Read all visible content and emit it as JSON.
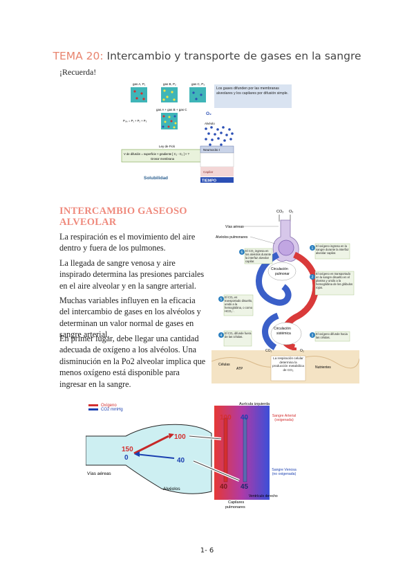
{
  "page": {
    "title_prefix": "TEMA 20:",
    "title_main": " Intercambio y transporte de gases en la sangre",
    "recuerda": "¡Recuerda!",
    "section_heading_line1": "INTERCAMBIO GASEOSO",
    "section_heading_line2": "ALVEOLAR",
    "paragraphs": [
      "La respiración es el movimiento del aire dentro y fuera de los pulmones.",
      " La llegada de sangre venosa y aire inspirado determina las presiones parciales en el aire alveolar y en la sangre arterial.",
      "Muchas variables influyen en la eficacia del intercambio de gases en los alvéolos y determinan un valor normal de gases en sangre arterial.",
      " En primer lugar, debe llegar una cantidad adecuada de oxígeno a los alvéolos. Una disminución en la Po2 alveolar implica que menos oxígeno está disponible para ingresar en la sangre."
    ],
    "page_number": "1- 6"
  },
  "fig1": {
    "gas_a": "gas A, P₁",
    "gas_b": "gas B, P₂",
    "gas_c": "gas C, P₃",
    "gas_sum": "gas A + gas B + gas C",
    "ptotal": "Pₜₒₜ = P₁ + P₂ + P₃",
    "info": "Los gases difunden por las membranas alveolares y los capilares por difusión simple.",
    "o2": "O₂",
    "alveolo": "Alvéolo",
    "neumocito": "Neumocito I",
    "capilar": "Capilar",
    "fick_title": "Ley de Fick",
    "fick_eq": "V de difusión = superficie × gradiente [ C₁ - C₂ ] × ?",
    "fick_den": "Grosor membrana",
    "solubilidad": "Solubilidad",
    "tiempo": "TIEMPO"
  },
  "fig2": {
    "co2": "CO₂",
    "o2": "O₂",
    "vias_aereas": "Vías aéreas",
    "alveolos_pulm": "Alvéolos pulmonares",
    "circ_pulmonar": "Circulación pulmonar",
    "circ_sistemica": "Circulación sistémica",
    "celulas": "Células",
    "nutrientes": "Nutrientes",
    "atp": "ATP",
    "resp_celular": "La respiración celular determina la producción metabólica de CO₂",
    "n1": "1",
    "n2": "2",
    "n3": "3",
    "n4": "4",
    "n5": "5",
    "n6": "6",
    "t1": "El oxígeno ingresa en la sangre durante la interfaz alveolar capilar.",
    "t2": "El oxígeno es transportado en la sangre disuelto en el plasma y unido a la hemoglobina de los glóbulos rojos.",
    "t3": "El oxígeno difunde hacia las células.",
    "t4": "El CO₂ difunde fuera de las células.",
    "t5": "El CO₂ es transportado disuelto, unido a la hemoglobina, o como HCO₃⁻.",
    "t6": "El CO₂ ingresa en los alvéolos durante la interfaz alveolar capilar."
  },
  "fig3": {
    "legend_o2": "Oxígeno",
    "legend_co2": "CO2 mmHg",
    "auricula": "Aurícula izquierda",
    "v150": "150",
    "v0": "0",
    "v100a": "100",
    "v40a": "40",
    "v100b": "100",
    "v40b": "40",
    "v40c": "40",
    "v45": "45",
    "vias_aereas": "Vías aéreas",
    "alveolos": "Alvéolos",
    "sangre_arterial": "Sangre Arterial (oxigenada)",
    "sangre_venosa": "Sangre Venosa (no oxigenada)",
    "ventriculo": "Ventrículo derecho",
    "capilares": "Capilares pulmonares",
    "colors": {
      "o2": "#d32f2f",
      "co2": "#1a3fb0"
    }
  }
}
